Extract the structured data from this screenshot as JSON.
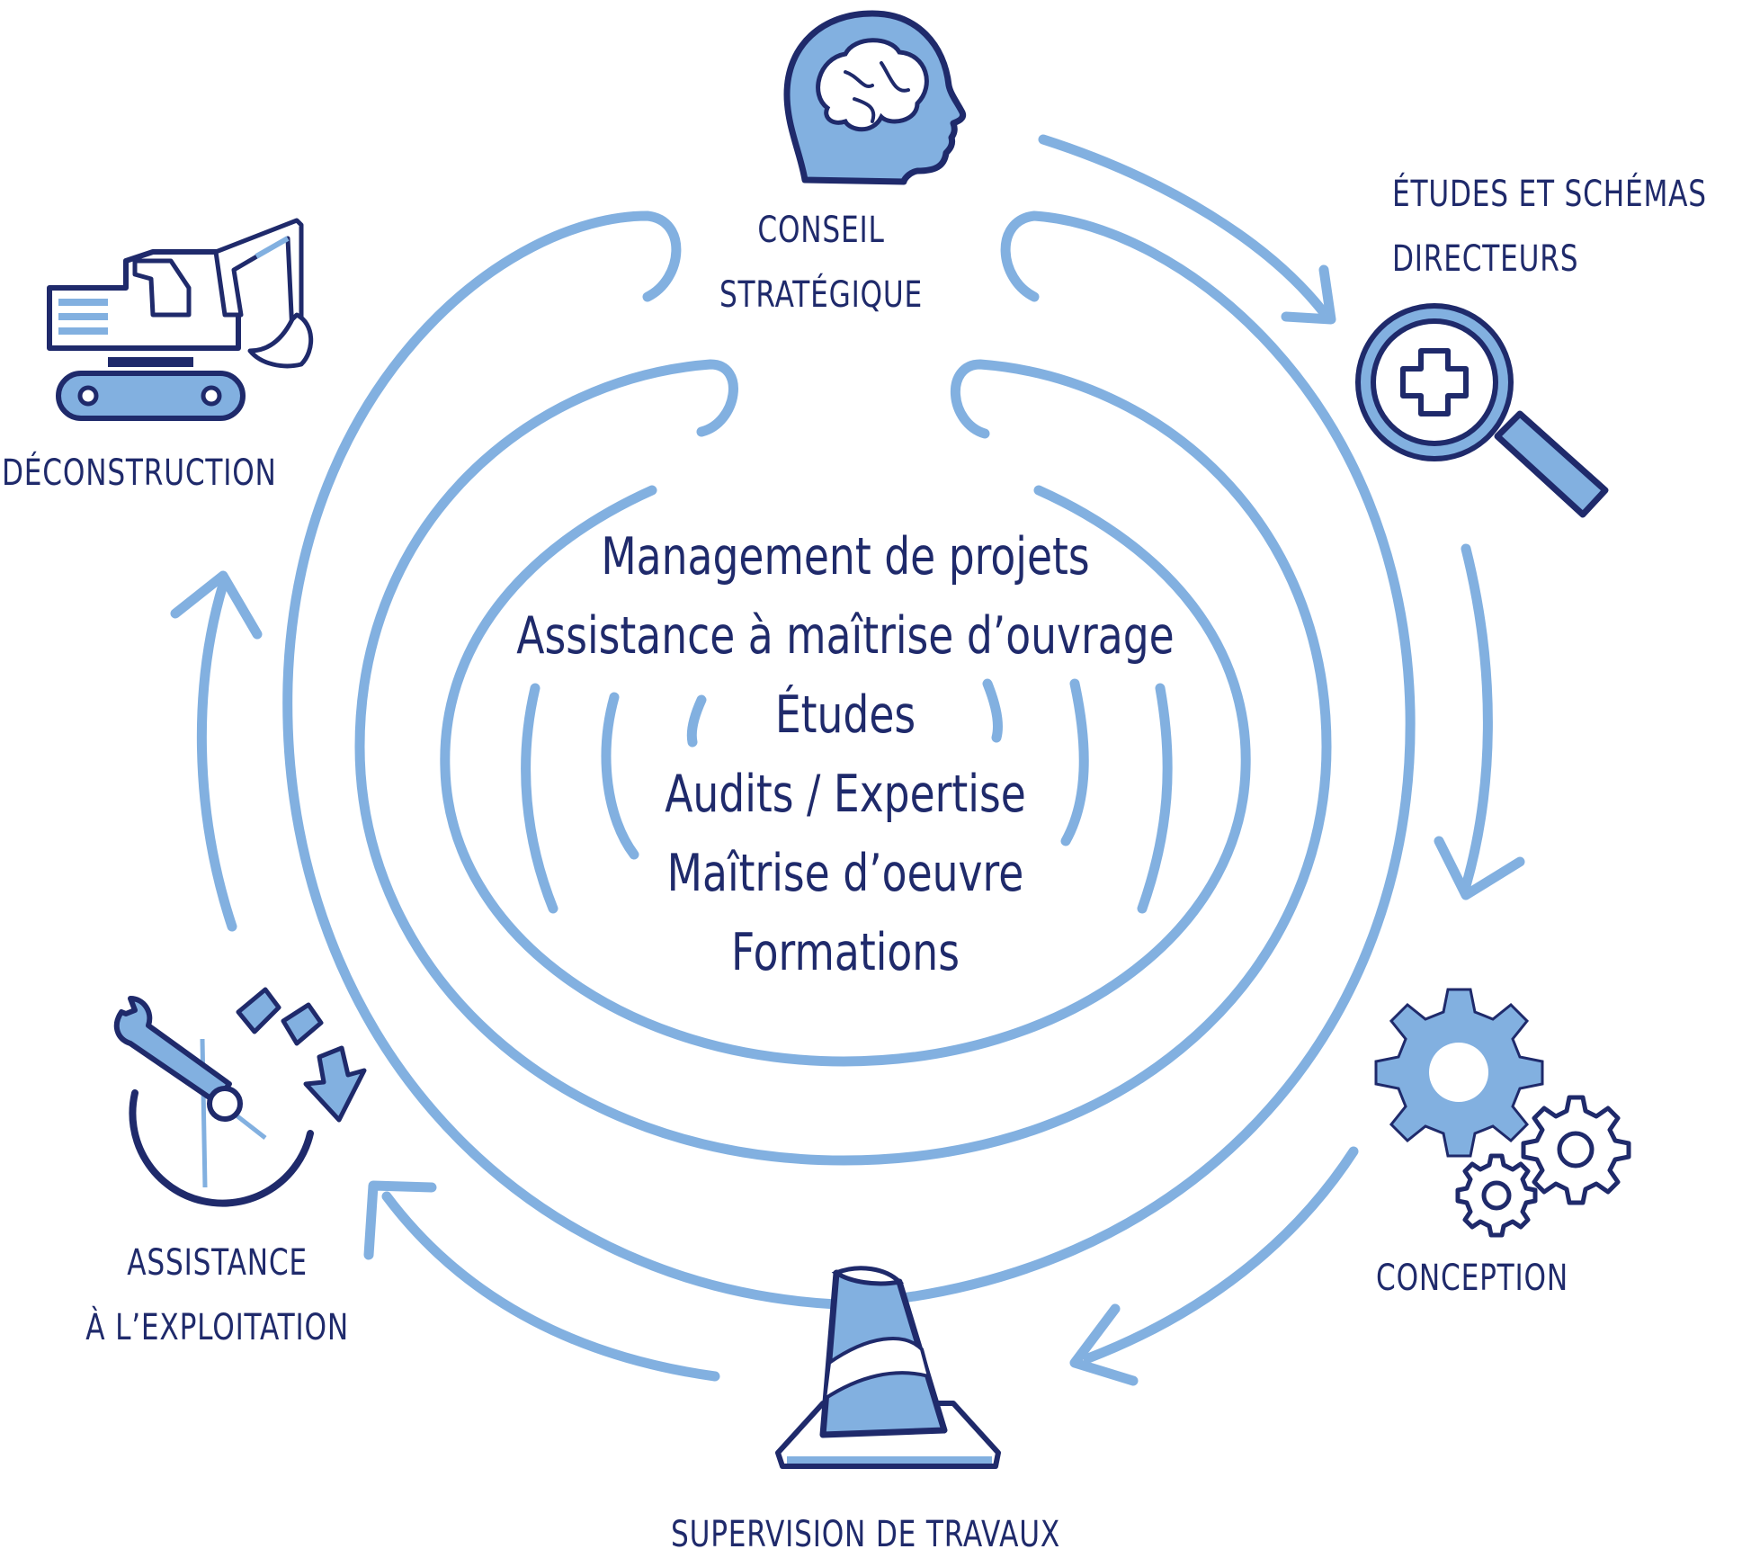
{
  "colors": {
    "accent": "#82b0e0",
    "navy": "#1f2a6b",
    "background": "#ffffff"
  },
  "stages": [
    {
      "id": "conseil",
      "lines": [
        "CONSEIL",
        "STRATÉGIQUE"
      ],
      "icon": "brain-head-icon"
    },
    {
      "id": "etudes",
      "lines": [
        "ÉTUDES ET SCHÉMAS",
        "DIRECTEURS"
      ],
      "icon": "magnifier-plus-icon"
    },
    {
      "id": "conception",
      "lines": [
        "CONCEPTION"
      ],
      "icon": "gears-icon"
    },
    {
      "id": "supervision",
      "lines": [
        "SUPERVISION DE TRAVAUX"
      ],
      "icon": "traffic-cone-icon"
    },
    {
      "id": "assistance",
      "lines": [
        "ASSISTANCE",
        "À L’EXPLOITATION"
      ],
      "icon": "wrench-clock-icon"
    },
    {
      "id": "deconstruction",
      "lines": [
        "DÉCONSTRUCTION"
      ],
      "icon": "excavator-icon"
    }
  ],
  "center_services": [
    "Management de projets",
    "Assistance à maîtrise d’ouvrage",
    "Études",
    "Audits / Expertise",
    "Maîtrise d’oeuvre",
    "Formations"
  ]
}
